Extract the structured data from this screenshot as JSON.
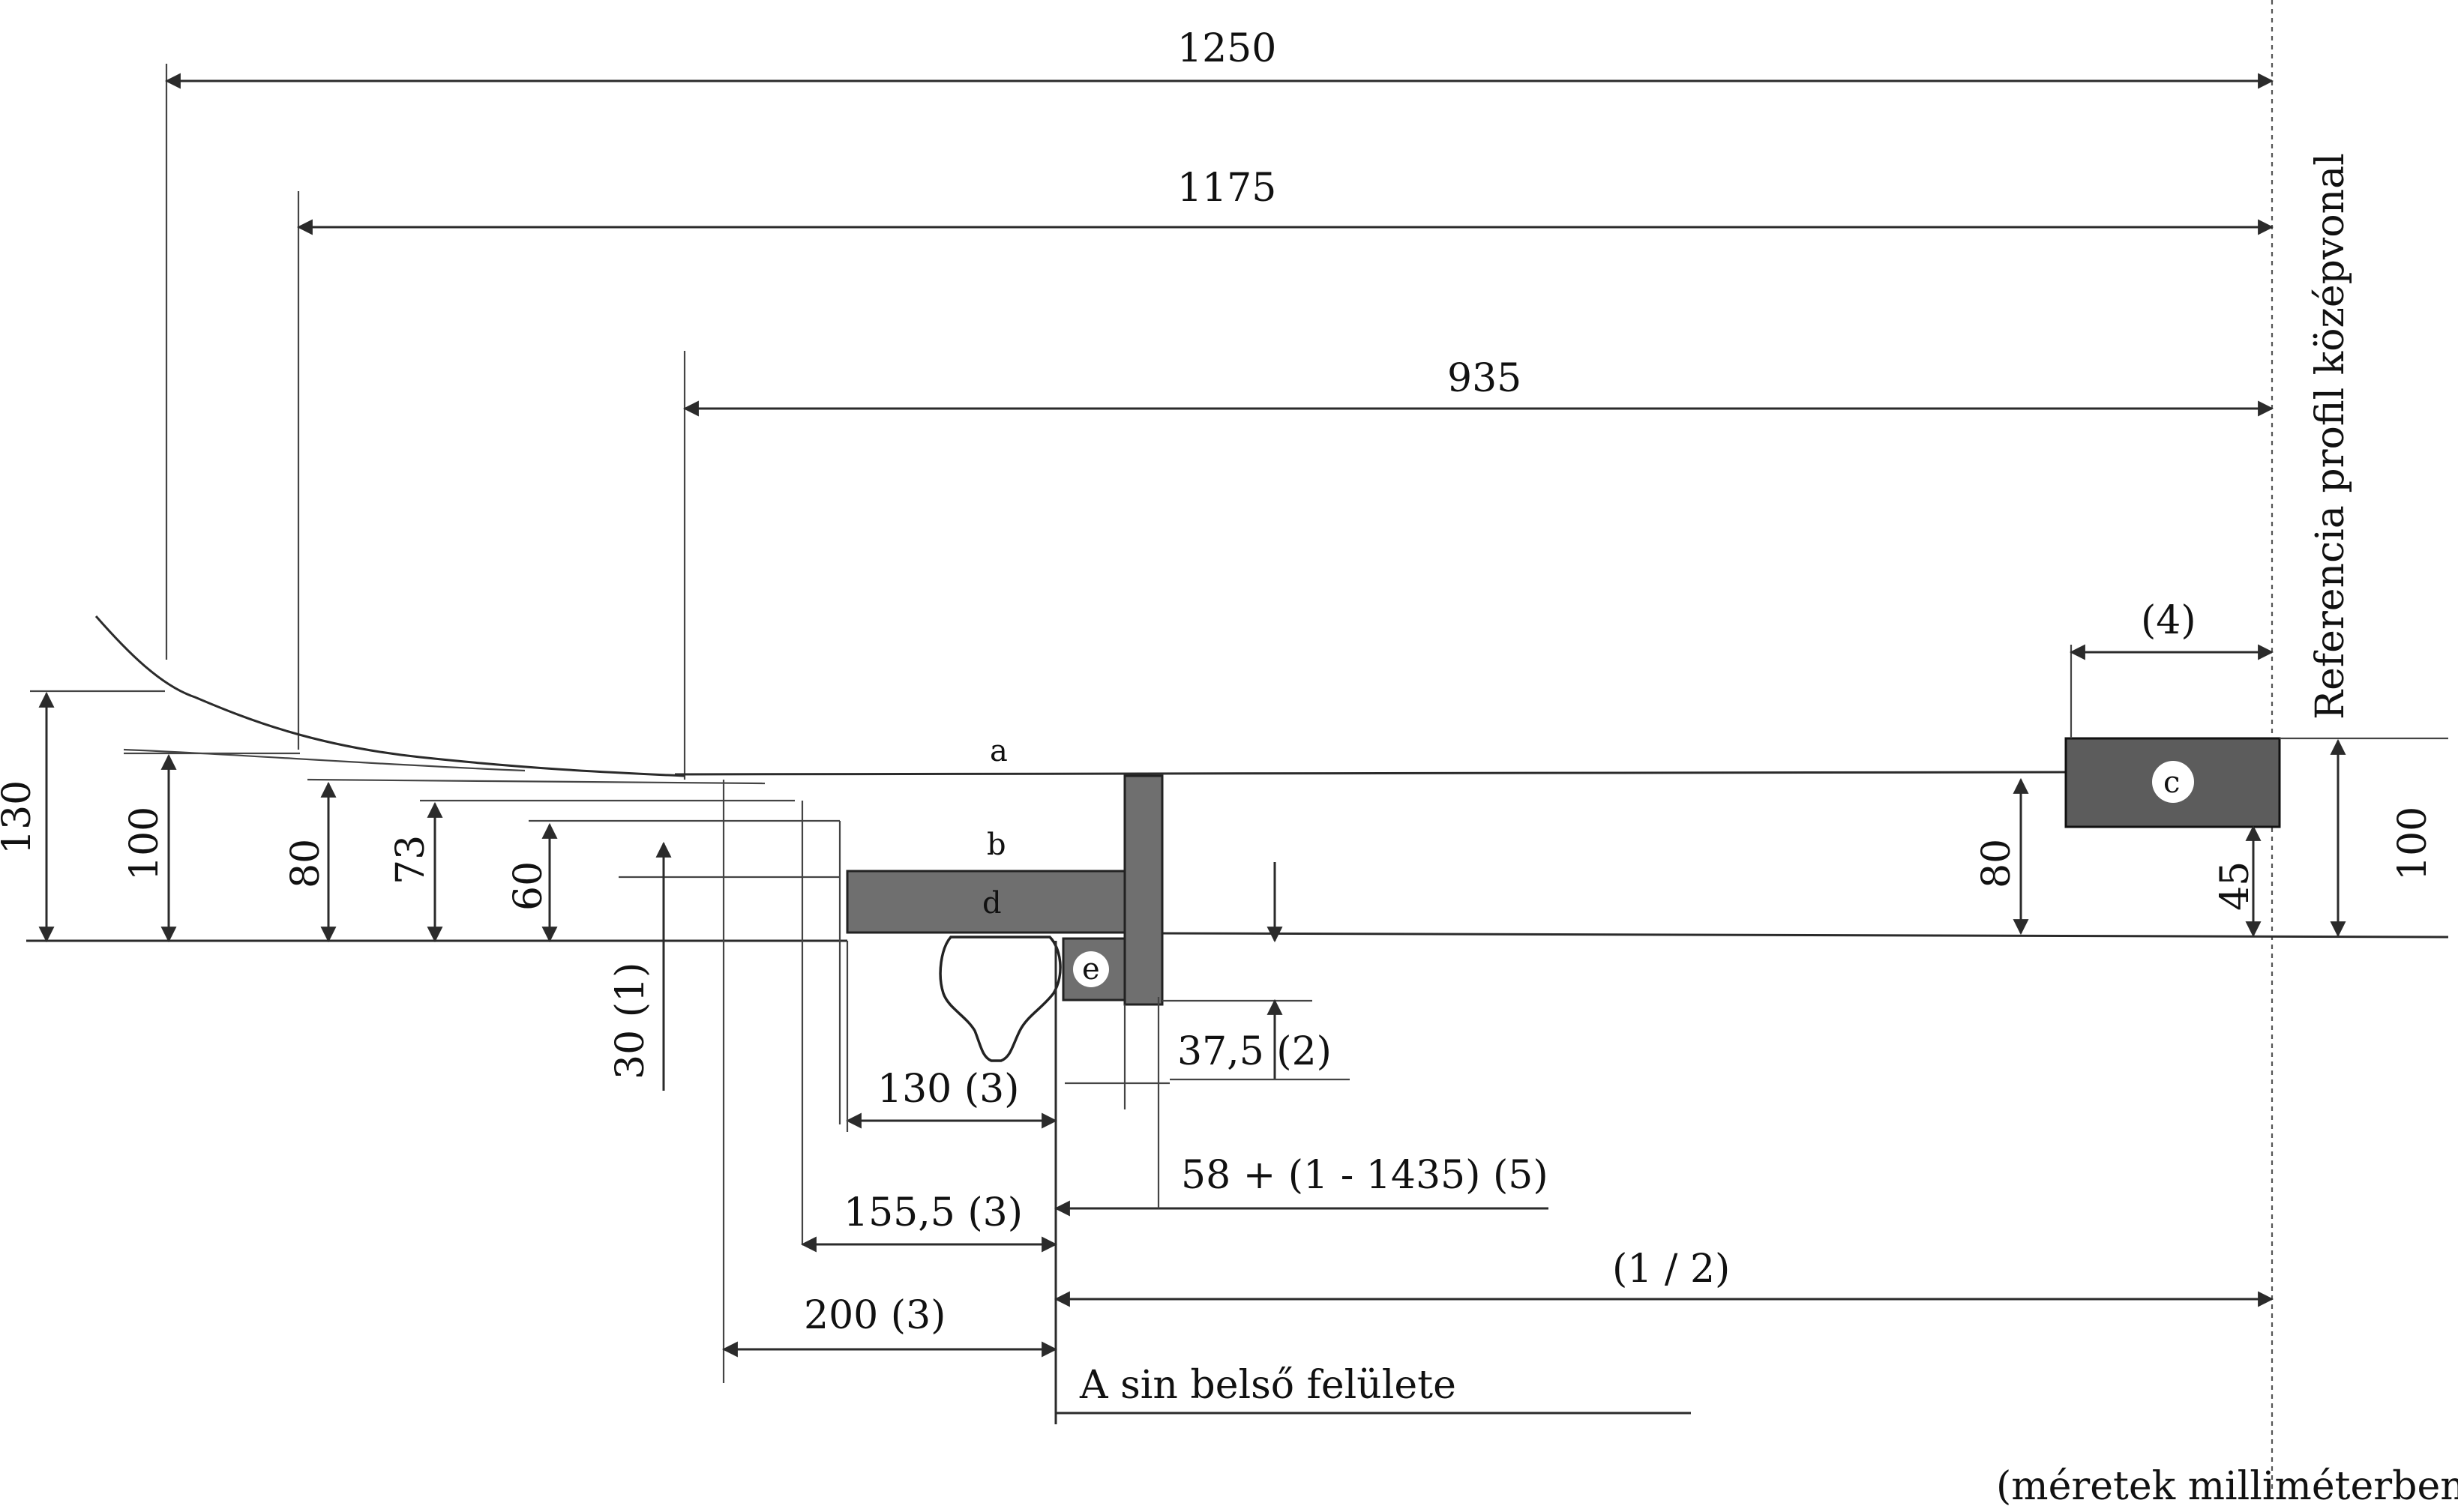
{
  "dimensions": {
    "d1250": "1250",
    "d1175": "1175",
    "d935": "935",
    "d4": "(4)",
    "d130": "130",
    "d100_left": "100",
    "d80_left": "80",
    "d73": "73",
    "d60": "60",
    "d30_1": "30 (1)",
    "d80_right": "80",
    "d45": "45",
    "d100_right": "100",
    "d37_5": "37,5 (2)",
    "d130_3": "130 (3)",
    "d58": "58 + (1 - 1435) (5)",
    "d155_5": "155,5 (3)",
    "d1_2": "(1 / 2)",
    "d200_3": "200 (3)"
  },
  "labels": {
    "a": "a",
    "b": "b",
    "c": "c",
    "d": "d",
    "e": "e",
    "reference_line": "Referencia profil középvonal",
    "rail_inner_surface": "A sin belső felülete",
    "units_note": "(méretek milliméterben)"
  },
  "colors": {
    "line": "#2b2b2b",
    "hatch_fill": "#6f6f6f",
    "zone_c_fill": "#5c5c5c"
  }
}
